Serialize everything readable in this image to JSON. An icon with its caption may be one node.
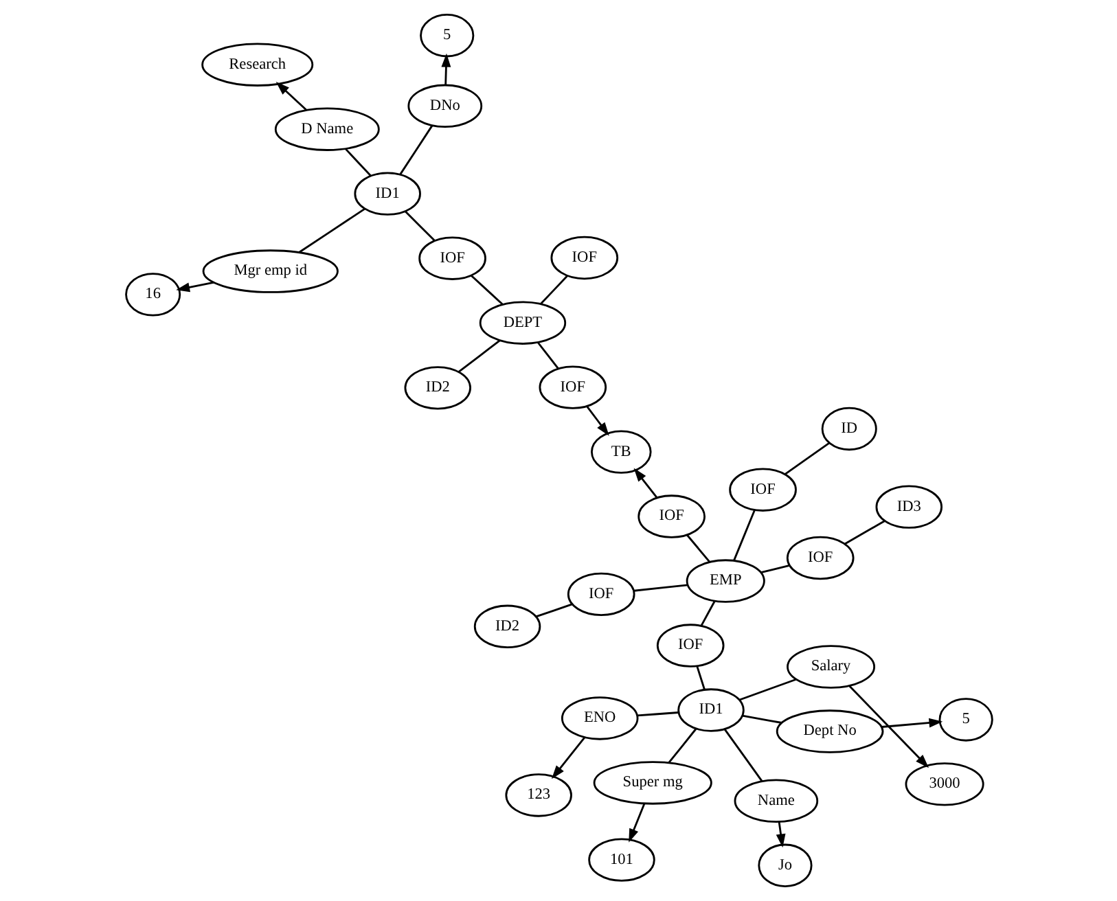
{
  "diagram": {
    "nodes": [
      {
        "text": [
          "101"
        ]
      },
      {
        "text": [
          "Super mg"
        ]
      },
      {
        "text": [
          "ENO"
        ]
      },
      {
        "text": [
          "123"
        ]
      },
      {
        "text": [
          "3000"
        ]
      },
      {
        "text": [
          "Salary"
        ]
      },
      {
        "text": [
          "Name"
        ]
      },
      {
        "text": [
          "Jo"
        ]
      },
      {
        "text": [
          "ID1"
        ]
      },
      {
        "text": [
          "Dept No"
        ]
      },
      {
        "text": [
          "ID3"
        ]
      },
      {
        "text": [
          "ID2"
        ]
      },
      {
        "text": [
          "IOF"
        ]
      },
      {
        "text": [
          "IOF"
        ]
      },
      {
        "text": [
          "5"
        ]
      },
      {
        "text": [
          "ID"
        ]
      },
      {
        "text": [
          "IOF"
        ]
      },
      {
        "text": [
          "5"
        ]
      },
      {
        "text": [
          "Research"
        ]
      },
      {
        "text": [
          "IOF"
        ]
      },
      {
        "text": [
          "16"
        ]
      },
      {
        "text": [
          "TB"
        ]
      },
      {
        "text": [
          "IOF"
        ]
      },
      {
        "text": [
          "EMP"
        ]
      },
      {
        "text": [
          "IOF"
        ]
      },
      {
        "text": [
          "DNo"
        ]
      },
      {
        "text": [
          "DEPT"
        ]
      },
      {
        "text": [
          "ID1"
        ]
      },
      {
        "text": [
          "D Name"
        ]
      },
      {
        "text": [
          "IOF"
        ]
      },
      {
        "text": [
          "IOF"
        ]
      },
      {
        "text": [
          "ID2"
        ]
      },
      {
        "text": [
          "Mgr emp id"
        ]
      }
    ],
    "edges": [
      {
        "from": 1,
        "to": 0,
        "arrow": "to"
      },
      {
        "from": 1,
        "to": 8,
        "arrow": "none"
      },
      {
        "from": 2,
        "to": 3,
        "arrow": "to"
      },
      {
        "from": 2,
        "to": 8,
        "arrow": "none"
      },
      {
        "from": 5,
        "to": 4,
        "arrow": "to"
      },
      {
        "from": 5,
        "to": 8,
        "arrow": "none"
      },
      {
        "from": 6,
        "to": 8,
        "arrow": "none"
      },
      {
        "from": 6,
        "to": 7,
        "arrow": "to"
      },
      {
        "from": 8,
        "to": 9,
        "arrow": "none"
      },
      {
        "from": 9,
        "to": 14,
        "arrow": "to"
      },
      {
        "from": 8,
        "to": 13,
        "arrow": "none"
      },
      {
        "from": 13,
        "to": 23,
        "arrow": "none"
      },
      {
        "from": 10,
        "to": 12,
        "arrow": "none"
      },
      {
        "from": 12,
        "to": 23,
        "arrow": "none"
      },
      {
        "from": 11,
        "to": 16,
        "arrow": "none"
      },
      {
        "from": 16,
        "to": 23,
        "arrow": "none"
      },
      {
        "from": 15,
        "to": 19,
        "arrow": "none"
      },
      {
        "from": 19,
        "to": 23,
        "arrow": "none"
      },
      {
        "from": 22,
        "to": 21,
        "arrow": "to"
      },
      {
        "from": 22,
        "to": 23,
        "arrow": "none"
      },
      {
        "from": 29,
        "to": 21,
        "arrow": "to"
      },
      {
        "from": 29,
        "to": 26,
        "arrow": "none"
      },
      {
        "from": 26,
        "to": 30,
        "arrow": "none"
      },
      {
        "from": 26,
        "to": 31,
        "arrow": "none"
      },
      {
        "from": 26,
        "to": 24,
        "arrow": "none"
      },
      {
        "from": 24,
        "to": 27,
        "arrow": "none"
      },
      {
        "from": 27,
        "to": 25,
        "arrow": "none"
      },
      {
        "from": 27,
        "to": 28,
        "arrow": "none"
      },
      {
        "from": 27,
        "to": 32,
        "arrow": "none"
      },
      {
        "from": 25,
        "to": 17,
        "arrow": "to"
      },
      {
        "from": 28,
        "to": 18,
        "arrow": "to"
      },
      {
        "from": 32,
        "to": 20,
        "arrow": "to"
      }
    ]
  }
}
